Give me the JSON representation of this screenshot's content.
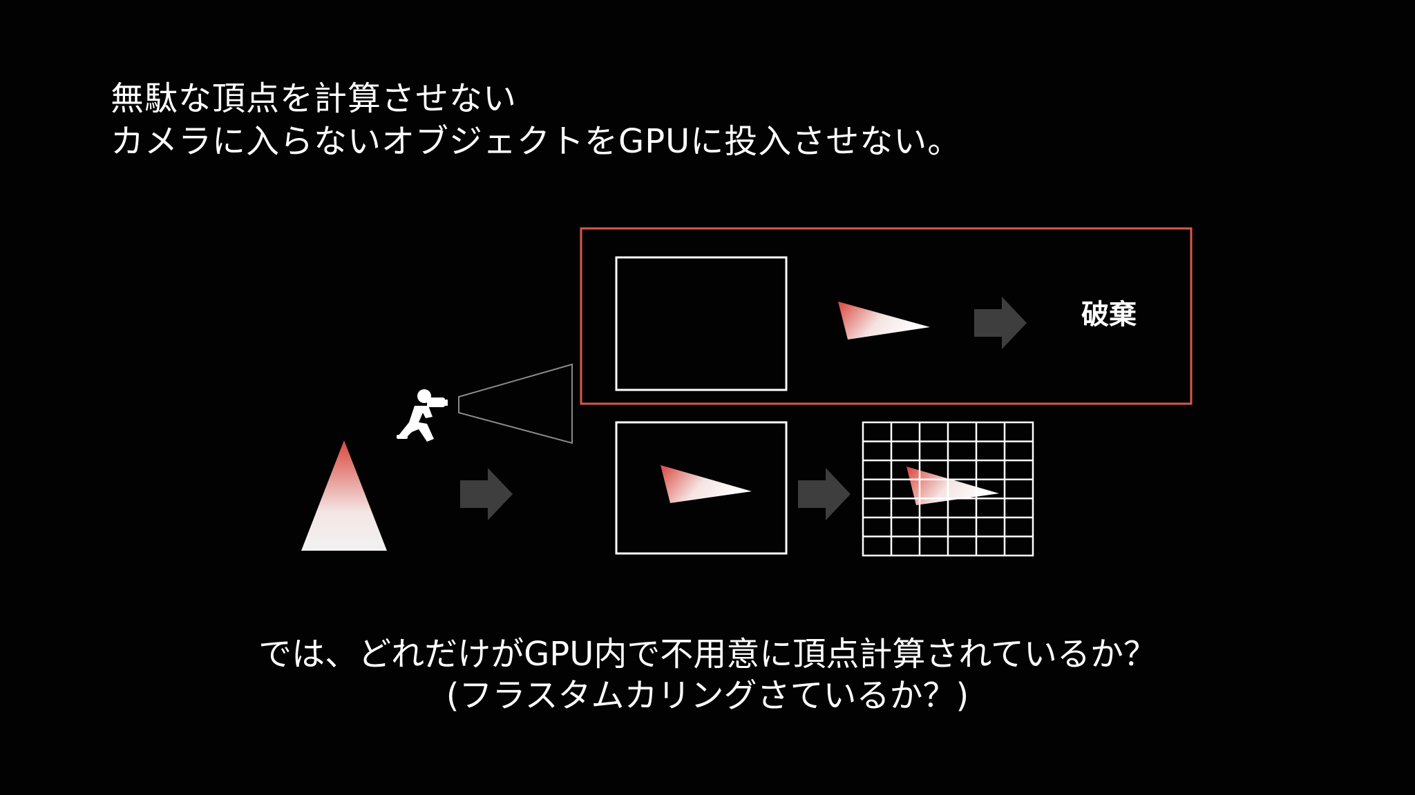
{
  "heading": {
    "line1": "無駄な頂点を計算させない",
    "line2": "カメラに入らないオブジェクトをGPUに投入させない。"
  },
  "diagram": {
    "discard_label": "破棄",
    "colors": {
      "background": "#020202",
      "culled_box_border": "#d9584a",
      "triangle_top": "#d9463d",
      "triangle_bottom": "#f2f2f2",
      "arrow": "#3e3e3e",
      "frame": "#ffffff",
      "frustum": "#8a8a8a"
    },
    "icons": {
      "camera_person": "photographer-icon",
      "arrow": "arrow-right-icon"
    }
  },
  "question": {
    "line1": "では、どれだけがGPU内で不用意に頂点計算されているか？",
    "line2": "(フラスタムカリングさているか？)"
  }
}
